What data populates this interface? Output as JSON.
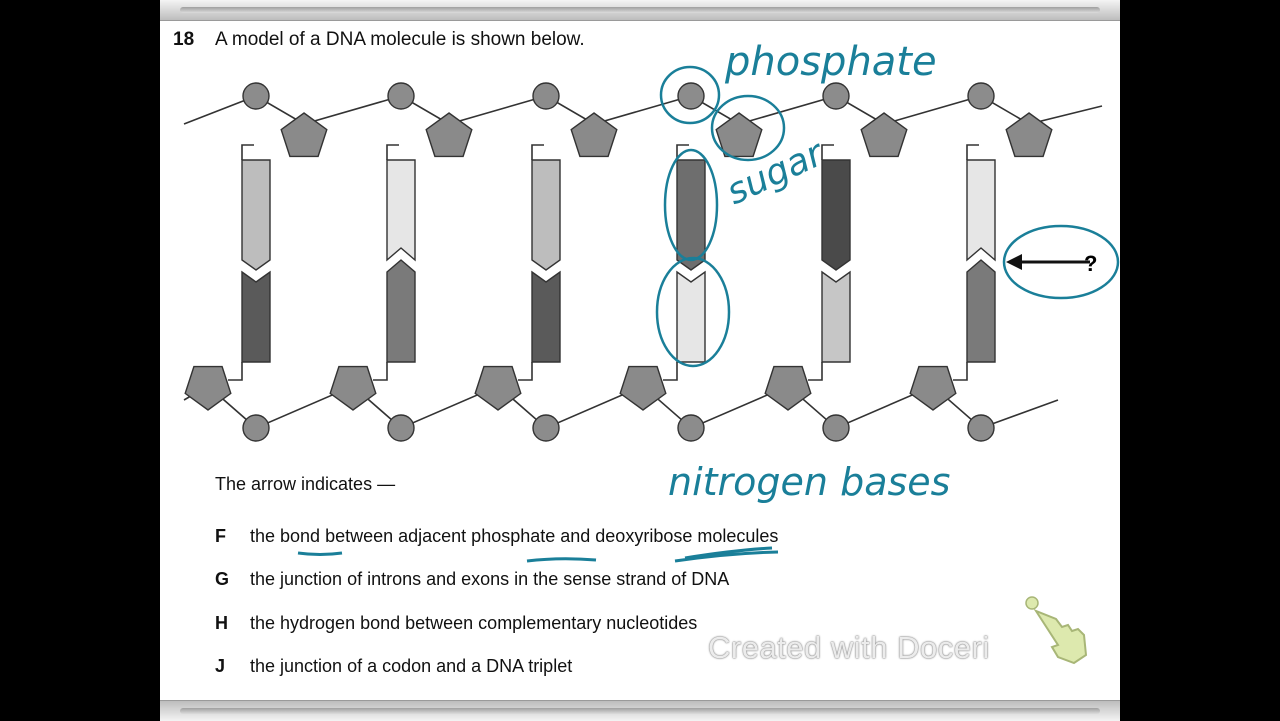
{
  "question": {
    "number": "18",
    "stem": "A model of a DNA molecule is shown below.",
    "prompt": "The arrow indicates —",
    "options": [
      {
        "letter": "F",
        "text": "the bond between adjacent phosphate and deoxyribose molecules"
      },
      {
        "letter": "G",
        "text": "the junction of introns and exons in the sense strand of DNA"
      },
      {
        "letter": "H",
        "text": "the hydrogen bond between complementary nucleotides"
      },
      {
        "letter": "J",
        "text": "the junction of a codon and a DNA triplet"
      }
    ]
  },
  "diagram": {
    "arrow_label": "?",
    "colors": {
      "phosphate": "#8c8c8c",
      "sugar": "#8a8a8a",
      "outline": "#333333"
    },
    "base_pairs": [
      {
        "top": "#bdbdbd",
        "bottom": "#5a5a5a"
      },
      {
        "top": "#e6e6e6",
        "bottom": "#7a7a7a"
      },
      {
        "top": "#bdbdbd",
        "bottom": "#5a5a5a"
      },
      {
        "top": "#6e6e6e",
        "bottom": "#e6e6e6"
      },
      {
        "top": "#4a4a4a",
        "bottom": "#c6c6c6"
      },
      {
        "top": "#e6e6e6",
        "bottom": "#7a7a7a"
      }
    ]
  },
  "annotations": {
    "phosphate": "phosphate",
    "sugar": "sugar",
    "nitrogen_bases": "nitrogen bases",
    "color": "#1a7f99"
  },
  "watermark": "Created with Doceri"
}
